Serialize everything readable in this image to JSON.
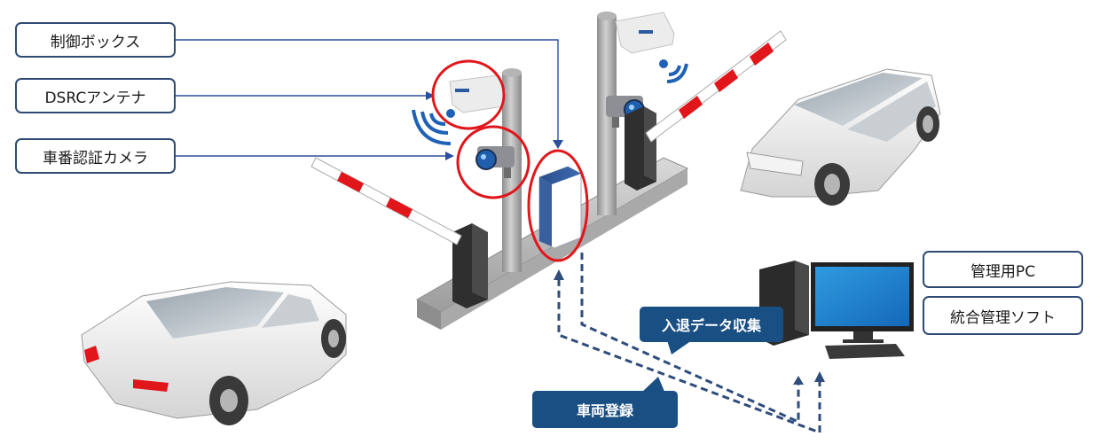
{
  "labels": {
    "control_box": "制御ボックス",
    "dsrc_antenna": "DSRCアンテナ",
    "vehicle_camera": "車番認証カメラ",
    "management_pc": "管理用PC",
    "integrated_software": "統合管理ソフト"
  },
  "callouts": {
    "entry_exit_data": "入退データ収集",
    "vehicle_registration": "車両登録"
  },
  "colors": {
    "label_border": "#2f4a72",
    "leader_line": "#2b4f9e",
    "highlight_circle": "#e0161b",
    "callout_fill": "#1a4f83",
    "dashed_arrow": "#2e4c7c",
    "barrier_red": "#e0161b",
    "camera_lens": "#1f5fae",
    "signal_waves": "#1f62b5",
    "monitor_screen": "#1a7fd1"
  }
}
